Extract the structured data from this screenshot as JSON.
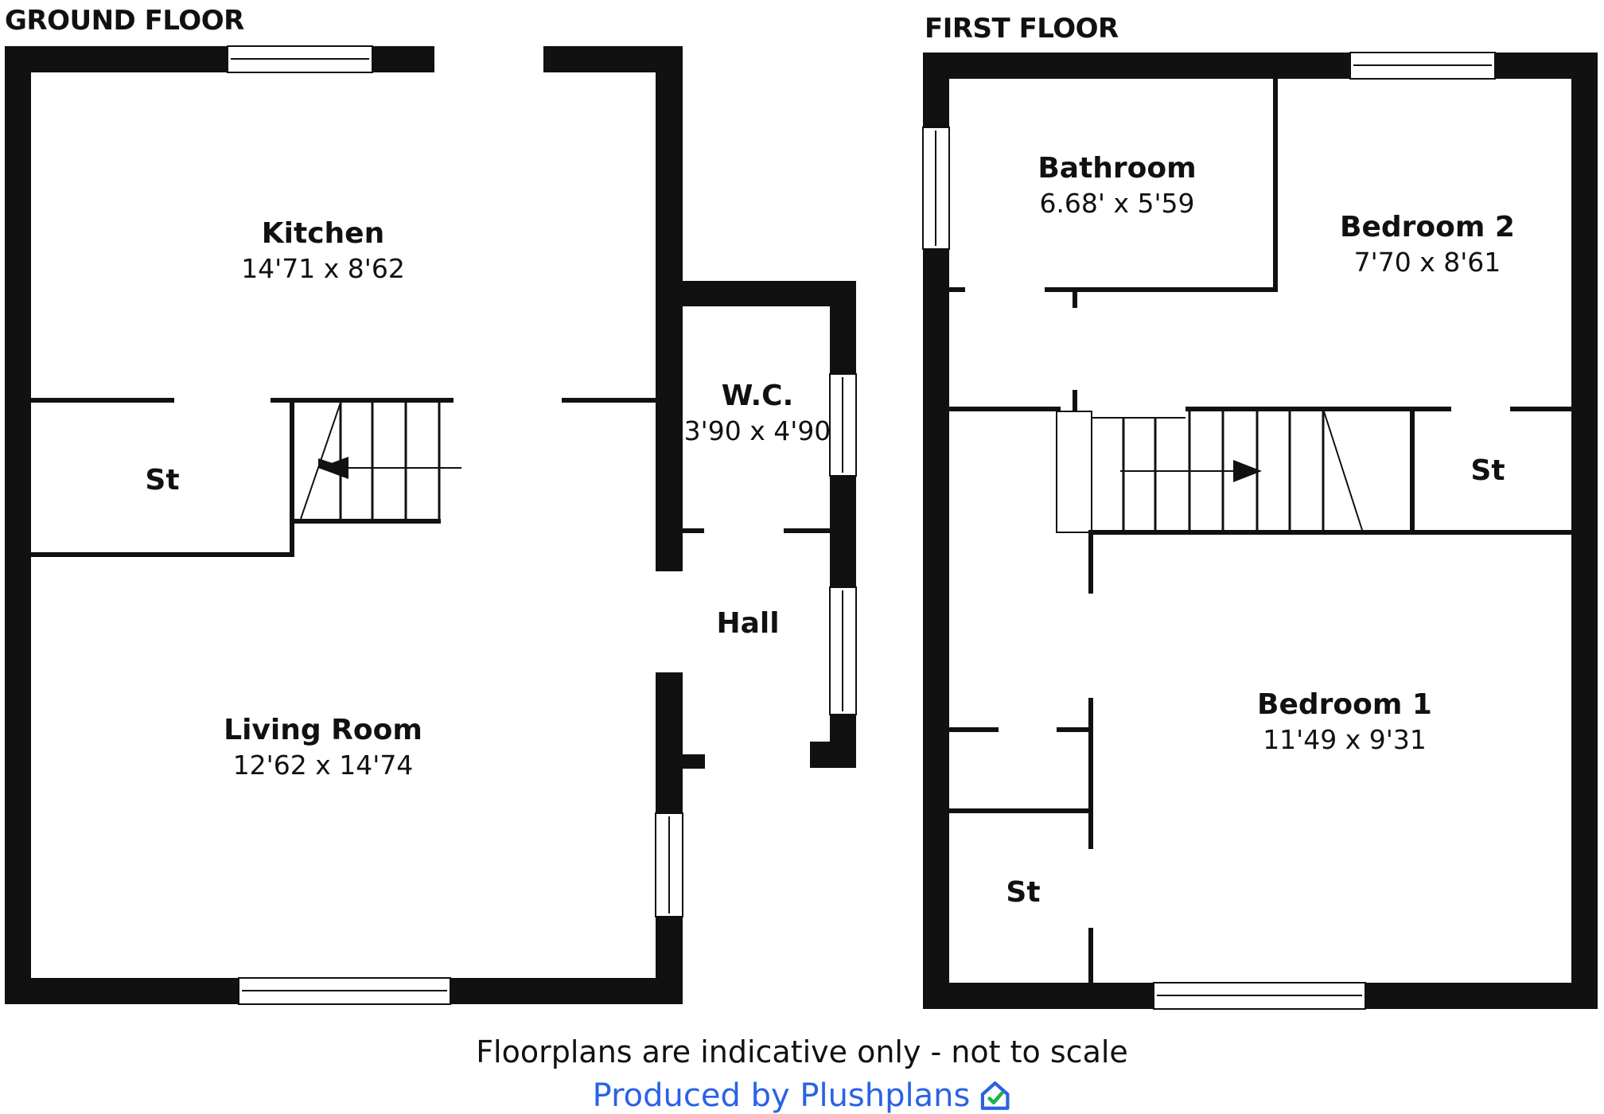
{
  "floors": {
    "ground": {
      "title": "GROUND FLOOR",
      "rooms": [
        {
          "name": "Kitchen",
          "dims": "14'71 x 8'62"
        },
        {
          "name": "St",
          "dims": ""
        },
        {
          "name": "Living Room",
          "dims": "12'62 x 14'74"
        },
        {
          "name": "W.C.",
          "dims": "3'90 x 4'90"
        },
        {
          "name": "Hall",
          "dims": ""
        }
      ]
    },
    "first": {
      "title": "FIRST FLOOR",
      "rooms": [
        {
          "name": "Bathroom",
          "dims": "6.68' x 5'59"
        },
        {
          "name": "Bedroom 2",
          "dims": "7'70 x 8'61"
        },
        {
          "name": "St",
          "dims": ""
        },
        {
          "name": "Bedroom 1",
          "dims": "11'49 x 9'31"
        },
        {
          "name": "St",
          "dims": ""
        }
      ]
    }
  },
  "footer": {
    "disclaimer": "Floorplans are indicative only - not to scale",
    "credit": "Produced by Plushplans",
    "credit_icon": "house-check-icon",
    "credit_color": "#2a62e6",
    "icon_accent": "#22b14c"
  },
  "colors": {
    "wall": "#111111",
    "background": "#ffffff"
  }
}
